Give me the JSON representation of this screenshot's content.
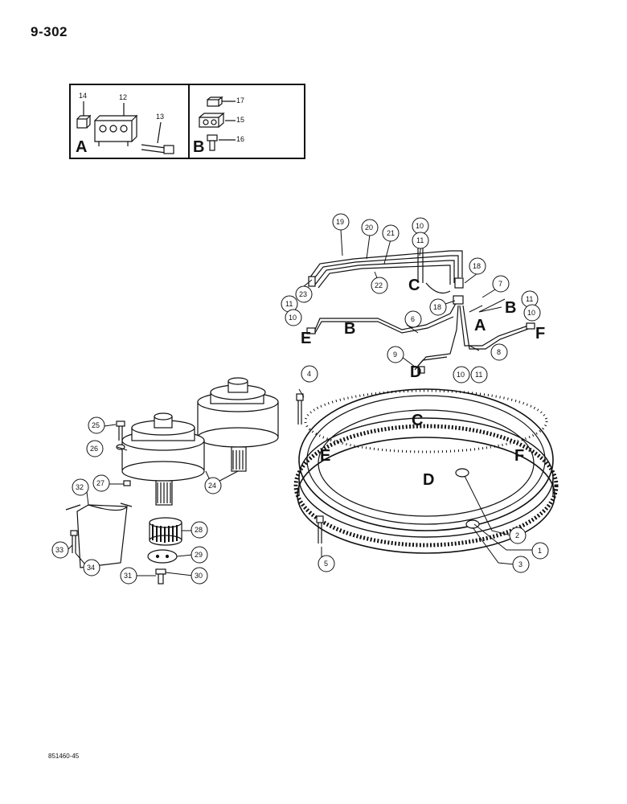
{
  "page_number": "9-302",
  "document_code": "851460-45",
  "inset": {
    "panel_a": {
      "letter": "A",
      "callouts": [
        "14",
        "12",
        "13"
      ]
    },
    "panel_b": {
      "letter": "B",
      "callouts": [
        "17",
        "15",
        "16"
      ]
    }
  },
  "line_letters": {
    "a": "A",
    "b": "B",
    "c": "C",
    "d": "D",
    "e": "E",
    "f": "F"
  },
  "callouts": {
    "c1": "1",
    "c2": "2",
    "c3": "3",
    "c4": "4",
    "c5": "5",
    "c6": "6",
    "c7": "7",
    "c8": "8",
    "c9": "9",
    "c10a": "10",
    "c10b": "10",
    "c10c": "10",
    "c10d": "10",
    "c11a": "11",
    "c11b": "11",
    "c11c": "11",
    "c11d": "11",
    "c18a": "18",
    "c18b": "18",
    "c19": "19",
    "c20": "20",
    "c21": "21",
    "c22": "22",
    "c23": "23",
    "c24": "24",
    "c25": "25",
    "c26": "26",
    "c27": "27",
    "c28": "28",
    "c29": "29",
    "c30": "30",
    "c31": "31",
    "c32": "32",
    "c33": "33",
    "c34": "34"
  }
}
